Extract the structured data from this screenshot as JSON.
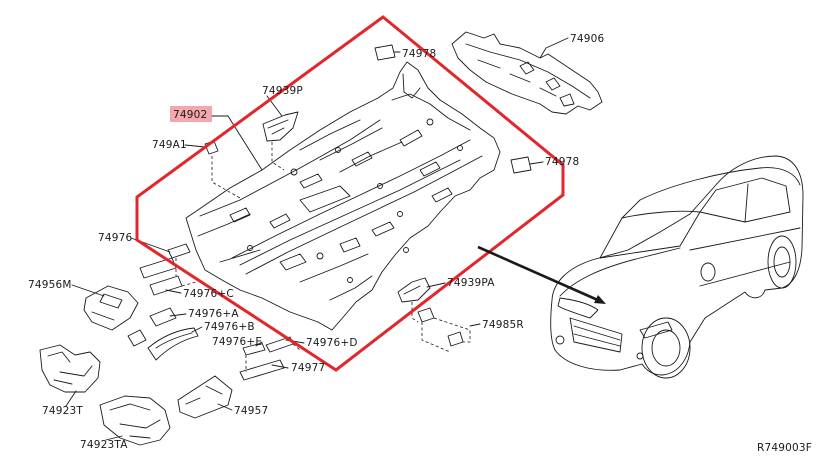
{
  "diagram": {
    "colors": {
      "outline": "#e3252c",
      "label_highlight": "#f4a7ad",
      "line": "#1a1a1a"
    },
    "labels": {
      "l_74902": "74902",
      "l_74939P": "74939P",
      "l_749A1": "749A1",
      "l_74978_top": "74978",
      "l_74906": "74906",
      "l_74978_right": "74978",
      "l_74976": "74976",
      "l_74956M": "74956M",
      "l_74976C": "74976+C",
      "l_74939PA": "74939PA",
      "l_74976A": "74976+A",
      "l_74976B": "74976+B",
      "l_74976E": "74976+E",
      "l_74976D": "74976+D",
      "l_74985R": "74985R",
      "l_74977": "74977",
      "l_74923T": "74923T",
      "l_74957": "74957",
      "l_74923TA": "74923TA"
    },
    "reference_code": "R749003F"
  }
}
